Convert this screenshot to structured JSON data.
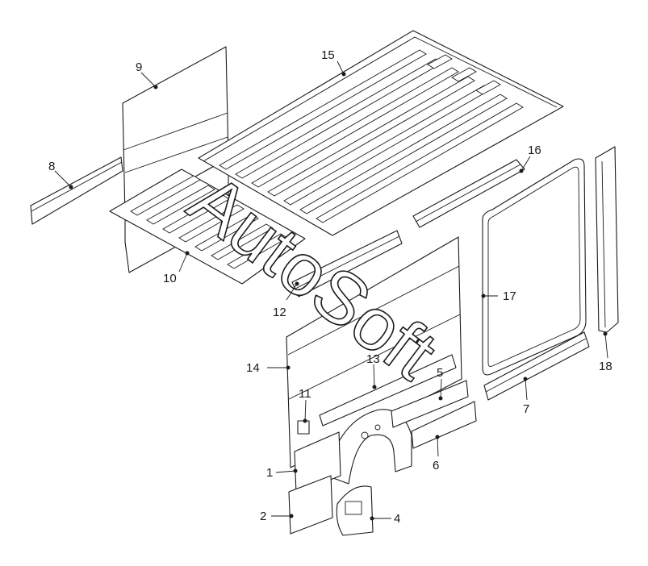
{
  "watermark": "AutoSoft",
  "callouts": {
    "c1": "1",
    "c2": "2",
    "c4": "4",
    "c5": "5",
    "c6": "6",
    "c7": "7",
    "c8": "8",
    "c9": "9",
    "c10": "10",
    "c11": "11",
    "c12": "12",
    "c13": "13",
    "c14": "14",
    "c15": "15",
    "c16": "16",
    "c17": "17",
    "c18": "18"
  },
  "colors": {
    "ink": "#1a1a1a",
    "paper": "#ffffff"
  }
}
